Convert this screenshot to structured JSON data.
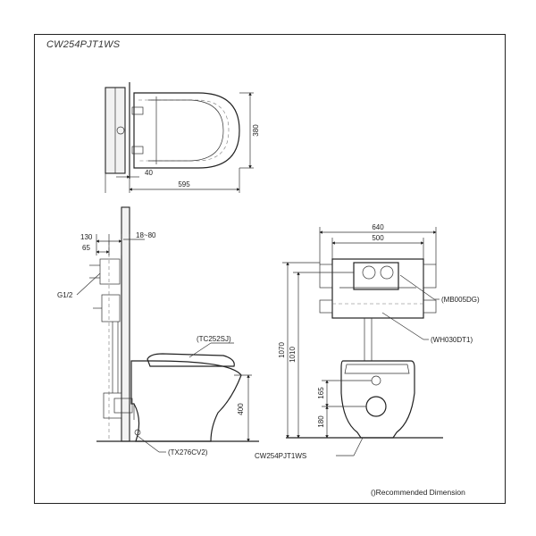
{
  "title": "CW254PJT1WS",
  "footnote": "()Recommended Dimension",
  "top_view": {
    "dim_depth": "380",
    "dim_40": "40",
    "dim_595": "595"
  },
  "side_view": {
    "dim_130": "130",
    "dim_65": "65",
    "dim_range": "18~80",
    "label_g12": "G1/2",
    "part_seat": "(TC252SJ)",
    "part_bolt": "(TX276CV2)",
    "dim_400": "400"
  },
  "front_view": {
    "dim_640": "640",
    "dim_500": "500",
    "part_plate": "(MB005DG)",
    "part_frame": "(WH030DT1)",
    "dim_1070": "1070",
    "dim_1010": "1010",
    "dim_165": "165",
    "dim_180": "180",
    "model_label": "CW254PJT1WS"
  }
}
